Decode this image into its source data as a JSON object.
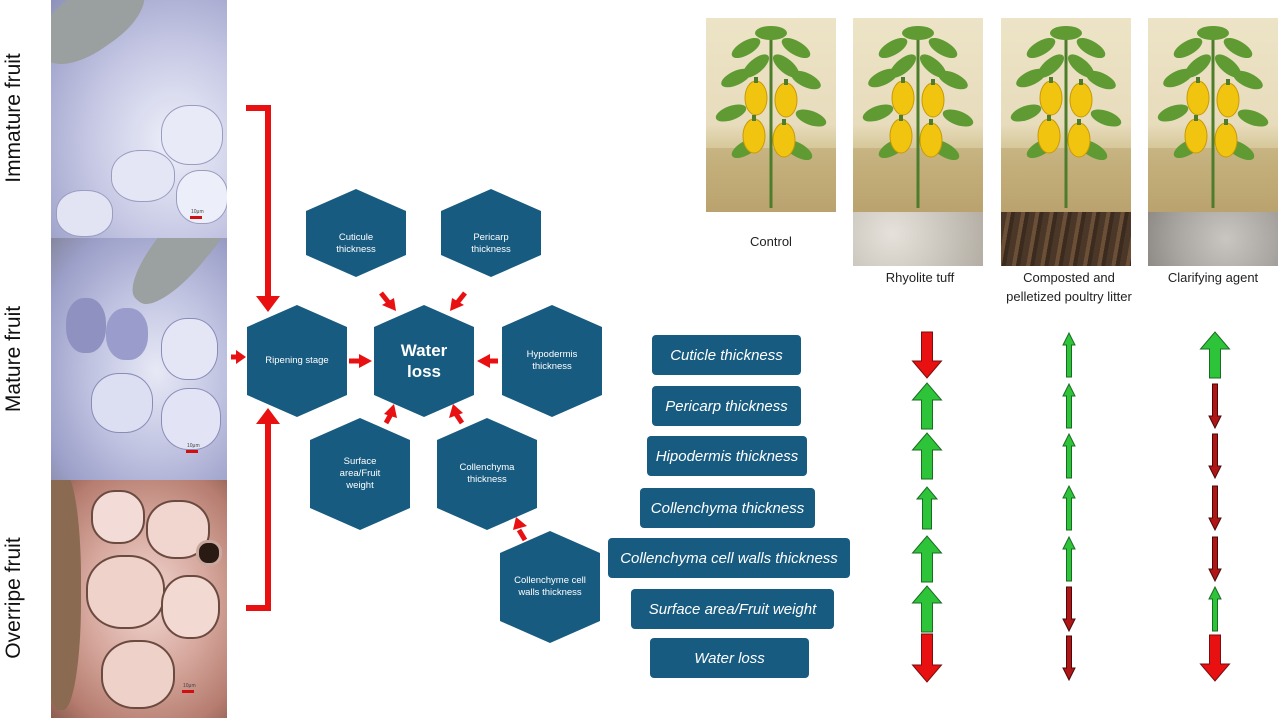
{
  "stages": {
    "immature": "Immature fruit",
    "mature": "Mature fruit",
    "overripe": "Overripe fruit"
  },
  "micrographs": {
    "immature_scale": "10μm",
    "mature_scale": "10μm",
    "overripe_scale": "10μm"
  },
  "hexagons": {
    "cuticle": "Cuticule thickness",
    "pericarp": "Pericarp thickness",
    "ripening": "Ripening stage",
    "water": "Water loss",
    "hypodermis": "Hypodermis thickness",
    "surface": "Surface area/Fruit weight",
    "collenchyma": "Collenchyma thickness",
    "cellwalls": "Collenchyme cell walls thickness"
  },
  "parameters": [
    "Cuticle thickness",
    "Pericarp thickness",
    "Hipodermis thickness",
    "Collenchyma thickness",
    "Collenchyma cell walls thickness",
    "Surface area/Fruit weight",
    "Water loss"
  ],
  "treatments": {
    "control": "Control",
    "rhyolite": "Rhyolite tuff",
    "litter": "Composted and pelletized poultry litter",
    "clarify": "Clarifying agent"
  },
  "effects": {
    "rhyolite": [
      "down",
      "up",
      "up",
      "up",
      "up",
      "up",
      "down"
    ],
    "litter": [
      "up",
      "up",
      "up",
      "up",
      "up",
      "down",
      "down"
    ],
    "clarify": [
      "up",
      "down",
      "down",
      "down",
      "down",
      "up",
      "down"
    ]
  },
  "effect_sizes": {
    "rhyolite": [
      3,
      3,
      3,
      2,
      3,
      3,
      4
    ],
    "litter": [
      1,
      1,
      1,
      1,
      1,
      1,
      1
    ],
    "clarify": [
      3,
      1,
      1,
      1,
      1,
      1,
      3
    ]
  },
  "colors": {
    "hex_fill": "#185b80",
    "bracket": "#e81010",
    "arrow_up": "#2ec43a",
    "arrow_down_strong": "#e81010",
    "arrow_down_thin": "#b01616"
  },
  "icons": [
    "pepper-plant-illustration",
    "rhyolite-soil-photo",
    "poultry-litter-photo",
    "clarifying-agent-photo"
  ]
}
